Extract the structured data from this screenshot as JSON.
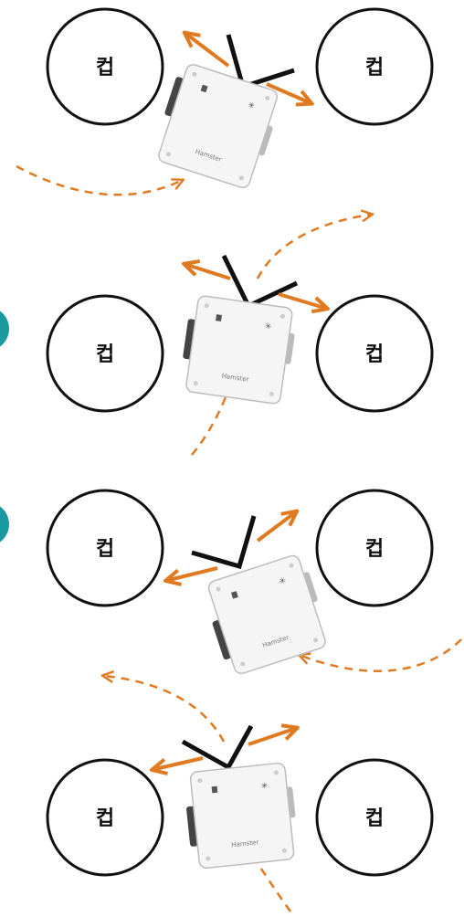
{
  "cup_label": "컵",
  "robot_brand": "Hamster",
  "colors": {
    "outline": "#111111",
    "arrow": "#e07a20",
    "teal_edge": "#1a9aa0",
    "robot_body": "#f5f5f5",
    "robot_edge": "#bdbdbd"
  },
  "icons": [
    "robot-icon",
    "arrow-icon",
    "cup-icon"
  ],
  "panels": [
    {
      "name": "panel-1",
      "robot_angle": 30,
      "left_arrow_angle": -55,
      "right_arrow_angle": 25,
      "path": "sweep-right"
    },
    {
      "name": "panel-2",
      "robot_angle": 10,
      "left_arrow_angle": -70,
      "right_arrow_angle": 15,
      "path": "up-right"
    },
    {
      "name": "panel-3",
      "robot_angle": -20,
      "left_arrow_angle": -155,
      "right_arrow_angle": -40,
      "path": "from-right"
    },
    {
      "name": "panel-4",
      "robot_angle": -8,
      "left_arrow_angle": -160,
      "right_arrow_angle": -25,
      "path": "up-left"
    }
  ]
}
